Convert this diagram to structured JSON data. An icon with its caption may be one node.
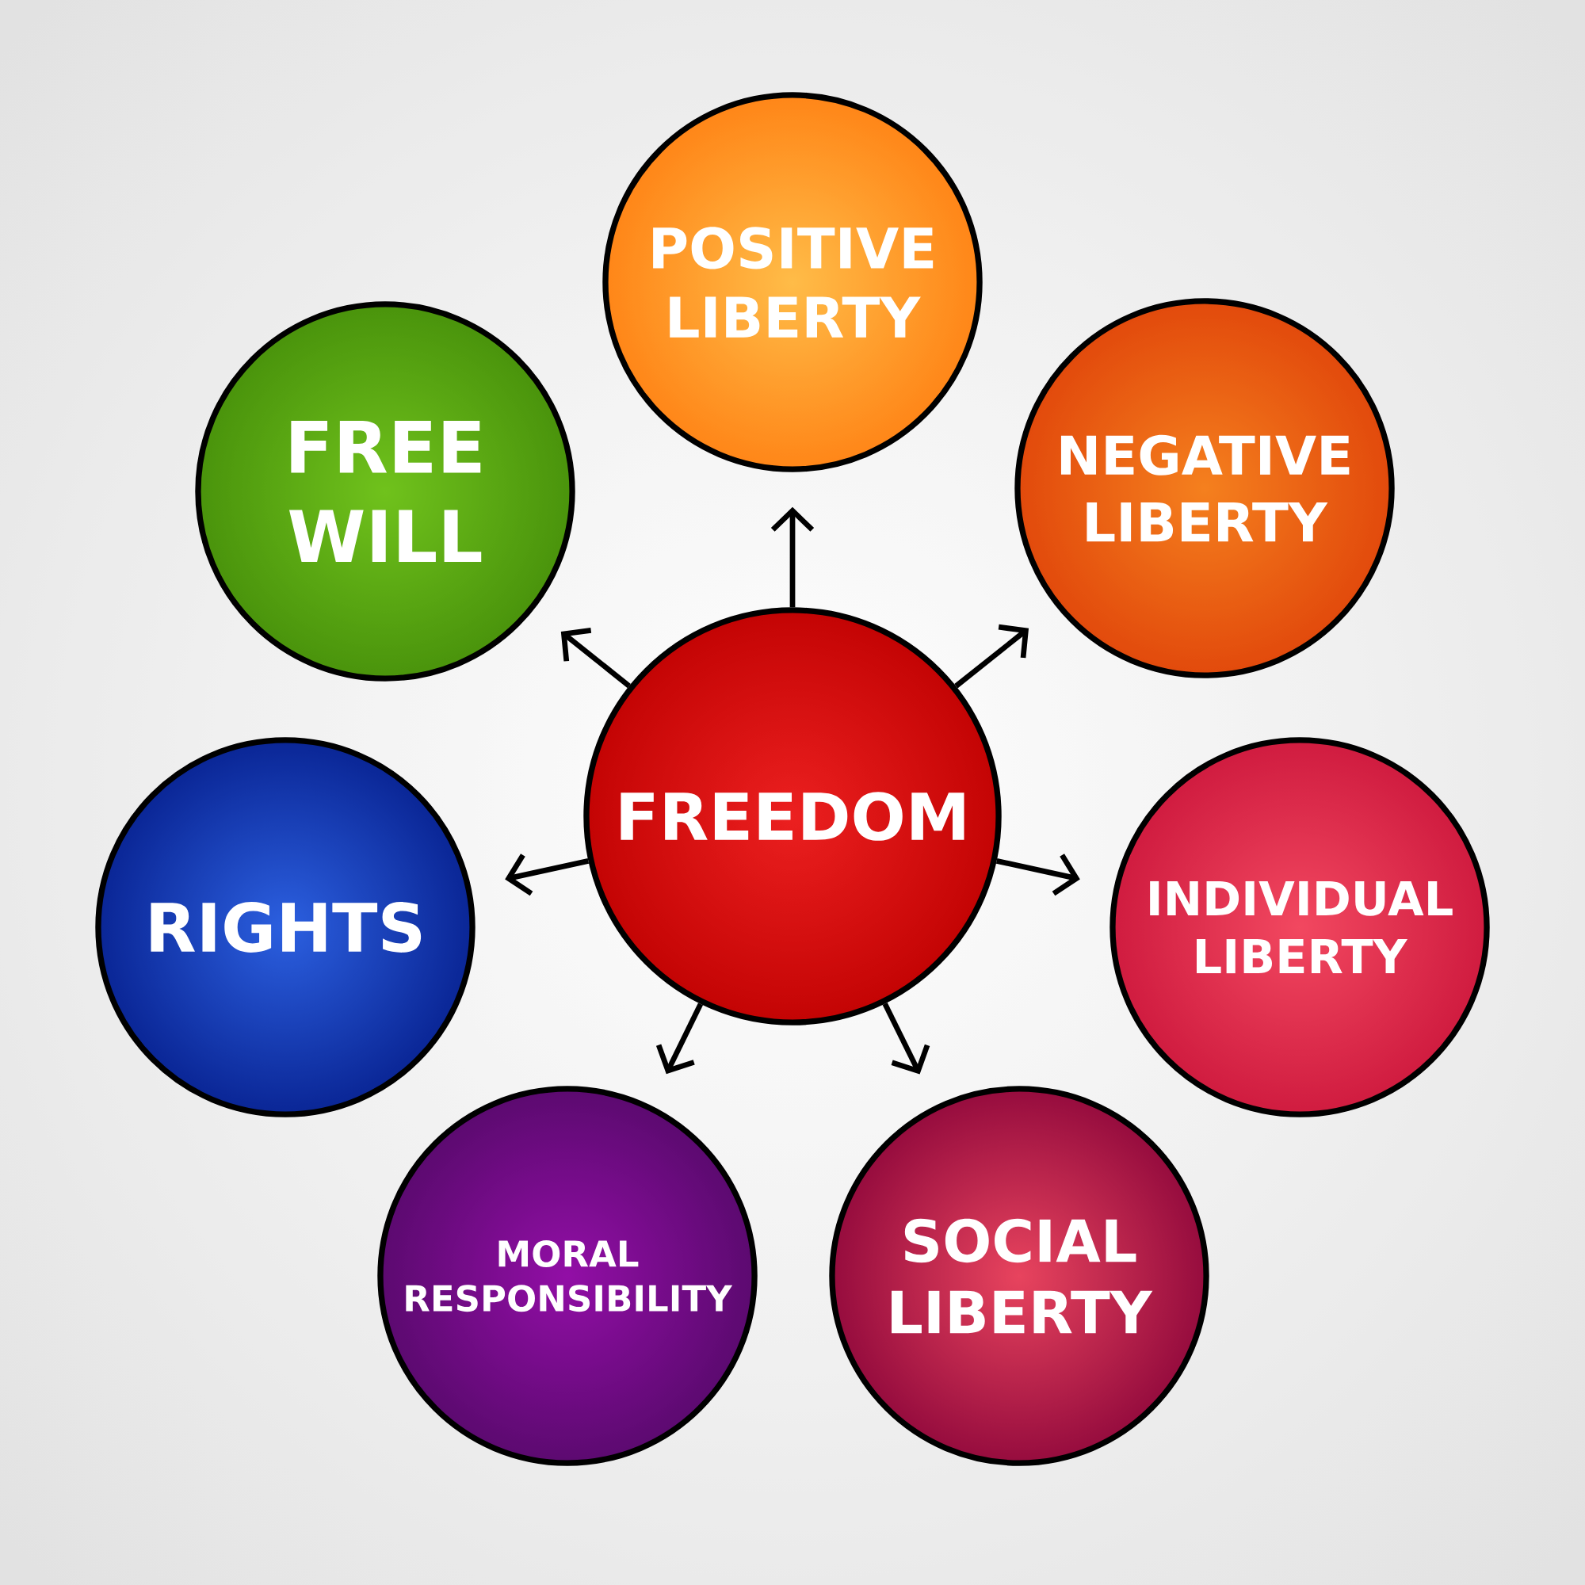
{
  "diagram": {
    "nodes": [
      {
        "text": [
          "POSITIVE LIBERTY"
        ]
      },
      {
        "text": [
          "FREE WILL"
        ]
      },
      {
        "text": [
          "NEGATIVE LIBERTY"
        ]
      },
      {
        "text": [
          "FREEDOM"
        ]
      },
      {
        "text": [
          "RIGHTS"
        ]
      },
      {
        "text": [
          "INDIVIDUAL LIBERTY"
        ]
      },
      {
        "text": [
          "MORAL RESPONSIBILITY"
        ]
      },
      {
        "text": [
          "SOCIAL LIBERTY"
        ]
      }
    ],
    "edges": [
      {
        "from": 3,
        "to": 0,
        "arrow": "to"
      },
      {
        "from": 3,
        "to": 1,
        "arrow": "to"
      },
      {
        "from": 3,
        "to": 2,
        "arrow": "to"
      },
      {
        "from": 3,
        "to": 4,
        "arrow": "to"
      },
      {
        "from": 3,
        "to": 5,
        "arrow": "to"
      },
      {
        "from": 3,
        "to": 6,
        "arrow": "to"
      },
      {
        "from": 3,
        "to": 7,
        "arrow": "to"
      }
    ]
  }
}
